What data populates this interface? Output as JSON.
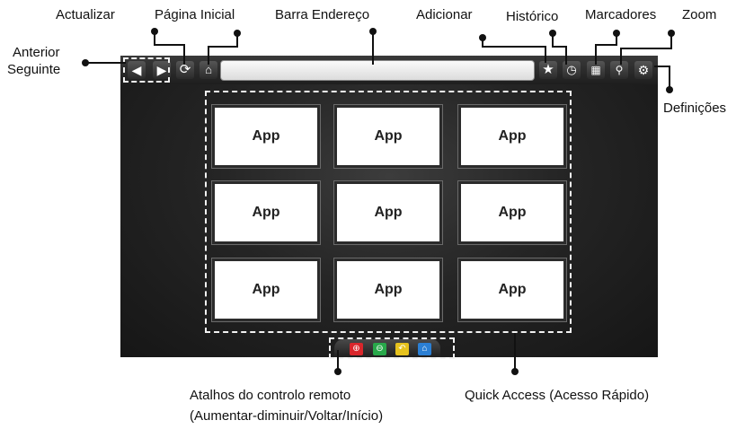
{
  "labels": {
    "actualizar": "Actualizar",
    "pagina_inicial": "Página Inicial",
    "barra_endereco": "Barra Endereço",
    "adicionar": "Adicionar",
    "historico": "Histórico",
    "marcadores": "Marcadores",
    "zoom": "Zoom",
    "anterior": "Anterior",
    "seguinte": "Seguinte",
    "definicoes": "Definições",
    "atalhos_line1": "Atalhos do controlo remoto",
    "atalhos_line2": "(Aumentar-diminuir/Voltar/Início)",
    "quick_access": "Quick Access (Acesso Rápido)"
  },
  "apps": [
    "App",
    "App",
    "App",
    "App",
    "App",
    "App",
    "App",
    "App",
    "App"
  ],
  "icons": {
    "back": "arrow-left-icon",
    "forward": "arrow-right-icon",
    "refresh": "refresh-icon",
    "home": "home-icon",
    "add": "star-icon",
    "history": "clock-icon",
    "bookmarks": "bookmark-icon",
    "zoom": "magnifier-icon",
    "settings": "gear-icon"
  },
  "remote_buttons": [
    {
      "icon": "zoom-in-icon",
      "color": "#d9262b"
    },
    {
      "icon": "zoom-out-icon",
      "color": "#28a84a"
    },
    {
      "icon": "back-icon",
      "color": "#e6c21d"
    },
    {
      "icon": "home-icon",
      "color": "#2b7fd3"
    }
  ]
}
